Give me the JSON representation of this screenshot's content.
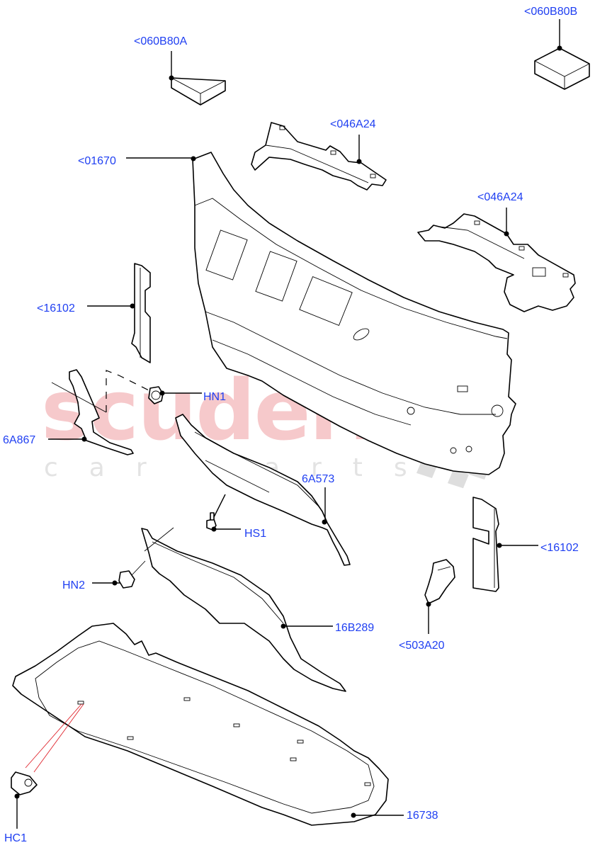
{
  "diagram": {
    "watermark": {
      "brand": "scuderia",
      "tagline": "car parts",
      "brand_color": "#f6c9cb",
      "flag_color": "#d9d9d9"
    },
    "label_color": "#1f3ff2",
    "callouts": [
      {
        "id": "060B80A",
        "text": "<060B80A",
        "part": "spacer-pad-left"
      },
      {
        "id": "060B80B",
        "text": "<060B80B",
        "part": "spacer-pad-right"
      },
      {
        "id": "046A24-upper",
        "text": "<046A24",
        "part": "insulator-upper"
      },
      {
        "id": "01670",
        "text": "<01670",
        "part": "dash-panel"
      },
      {
        "id": "046A24-lower",
        "text": "<046A24",
        "part": "insulator-lower"
      },
      {
        "id": "16102-left",
        "text": "<16102",
        "part": "bracket-left"
      },
      {
        "id": "HN1",
        "text": "HN1",
        "part": "nut"
      },
      {
        "id": "6A867",
        "text": "6A867",
        "part": "shield-left"
      },
      {
        "id": "6A573",
        "text": "6A573",
        "part": "heat-shield"
      },
      {
        "id": "HS1",
        "text": "HS1",
        "part": "screw"
      },
      {
        "id": "16102-right",
        "text": "<16102",
        "part": "bracket-right"
      },
      {
        "id": "HN2",
        "text": "HN2",
        "part": "clip-nut"
      },
      {
        "id": "16B289",
        "text": "16B289",
        "part": "dash-insulator"
      },
      {
        "id": "503A20",
        "text": "<503A20",
        "part": "retainer"
      },
      {
        "id": "HC1",
        "text": "HC1",
        "part": "clip"
      },
      {
        "id": "16738",
        "text": "16738",
        "part": "floor-insulator"
      }
    ]
  }
}
